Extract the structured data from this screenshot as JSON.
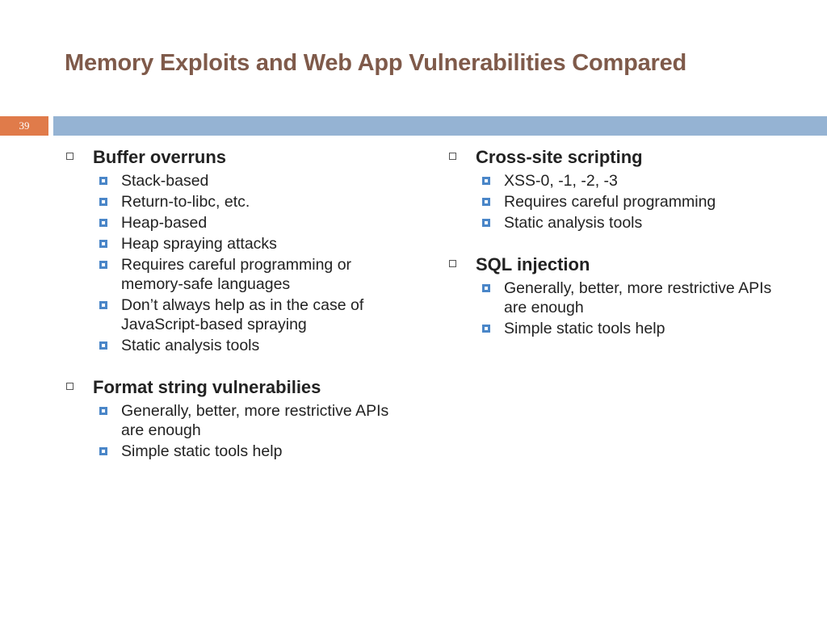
{
  "slide": {
    "title": "Memory Exploits and Web App Vulnerabilities Compared",
    "number": "39"
  },
  "left": {
    "sections": [
      {
        "heading": "Buffer overruns",
        "items": [
          "Stack-based",
          "Return-to-libc, etc.",
          "Heap-based",
          "Heap spraying attacks",
          "Requires careful programming or memory-safe languages",
          "Don’t always help as in the case of JavaScript-based spraying",
          "Static analysis tools"
        ]
      },
      {
        "heading": "Format string vulnerabilies",
        "items": [
          "Generally, better, more restrictive APIs are enough",
          "Simple static tools help"
        ]
      }
    ]
  },
  "right": {
    "sections": [
      {
        "heading": "Cross-site scripting",
        "items": [
          "XSS-0, -1, -2, -3",
          "Requires careful programming",
          "Static analysis tools"
        ]
      },
      {
        "heading": "SQL injection",
        "items": [
          "Generally, better, more restrictive APIs are enough",
          "Simple static tools help"
        ]
      }
    ]
  },
  "colors": {
    "title": "#7f5a4a",
    "number_badge": "#e07b4a",
    "title_bar": "#95b3d3",
    "bullet": "#4a86c8"
  }
}
